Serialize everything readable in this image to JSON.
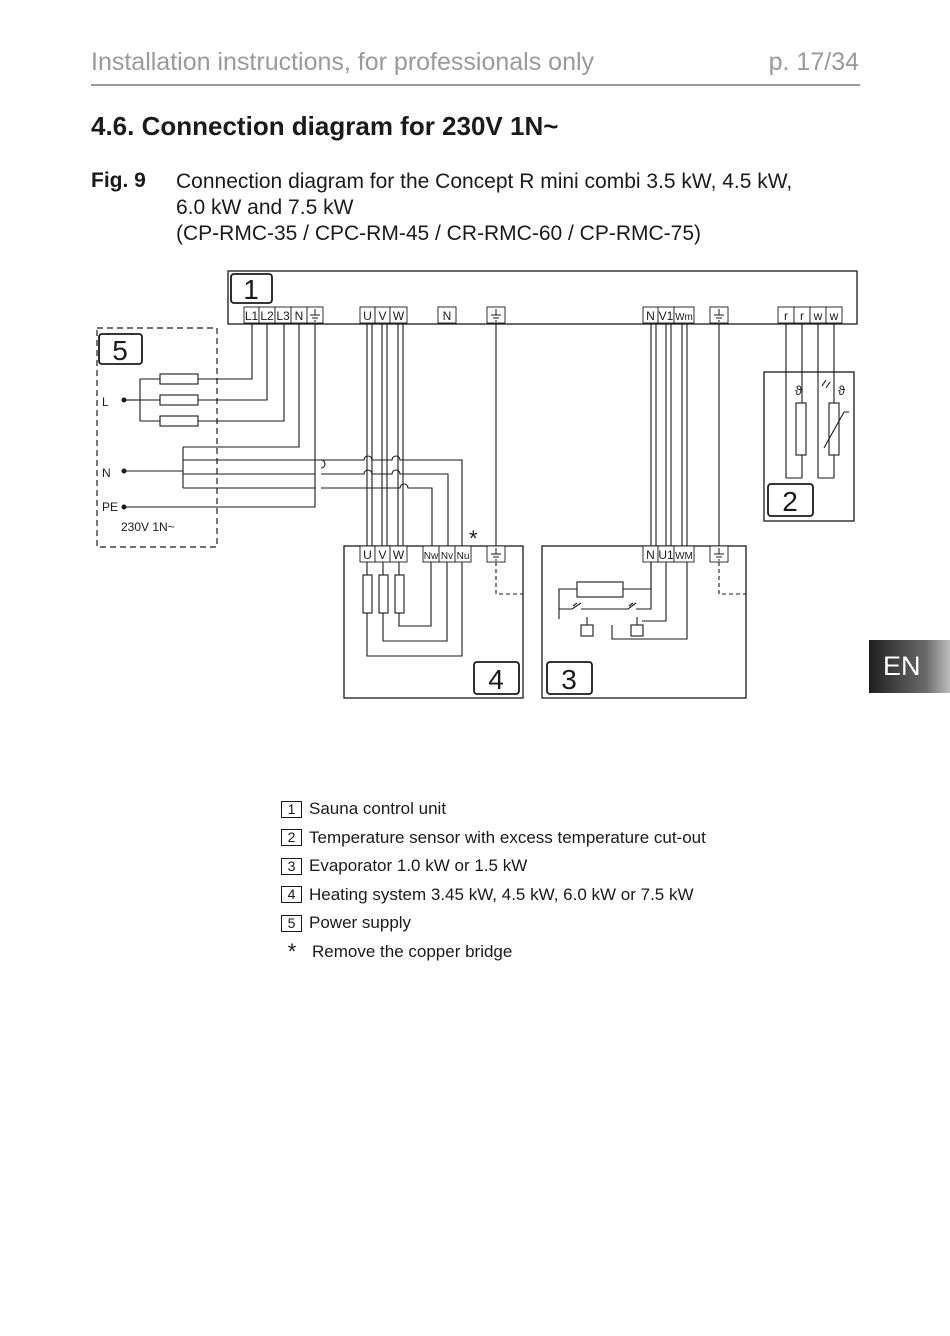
{
  "header": {
    "title": "Installation instructions, for professionals only",
    "page": "p. 17/34"
  },
  "section_title": "4.6. Connection diagram for 230V 1N~",
  "figure": {
    "number": "Fig. 9",
    "caption_lines": [
      "Connection diagram for the Concept R mini combi 3.5 kW, 4.5 kW,",
      "6.0 kW and 7.5 kW",
      "(CP-RMC-35 / CPC-RM-45 / CR-RMC-60 / CP-RMC-75)"
    ]
  },
  "diagram": {
    "box_numbers": [
      "1",
      "2",
      "3",
      "4",
      "5"
    ],
    "unit1_terminals": [
      "L1",
      "L2",
      "L3",
      "N",
      "U",
      "V",
      "W",
      "N",
      "N",
      "V1",
      "Wm",
      "r",
      "r",
      "w",
      "w"
    ],
    "supply_labels": [
      "L",
      "N",
      "PE",
      "230V 1N~"
    ],
    "heater_terminals": [
      "U",
      "V",
      "W",
      "Nw",
      "Nv",
      "Nu"
    ],
    "evaporator_terminals": [
      "N",
      "U1",
      "WM"
    ],
    "bridge_mark": "*",
    "sensor_symbol": "ϑ"
  },
  "legend": [
    {
      "num": "1",
      "text": "Sauna control unit"
    },
    {
      "num": "2",
      "text": "Temperature sensor with excess temperature cut-out"
    },
    {
      "num": "3",
      "text": "Evaporator 1.0 kW or 1.5 kW"
    },
    {
      "num": "4",
      "text": "Heating system 3.45 kW, 4.5 kW, 6.0 kW or 7.5 kW"
    },
    {
      "num": "5",
      "text": "Power supply"
    }
  ],
  "legend_note": {
    "mark": "*",
    "text": "Remove the copper bridge"
  },
  "language_tab": "EN"
}
